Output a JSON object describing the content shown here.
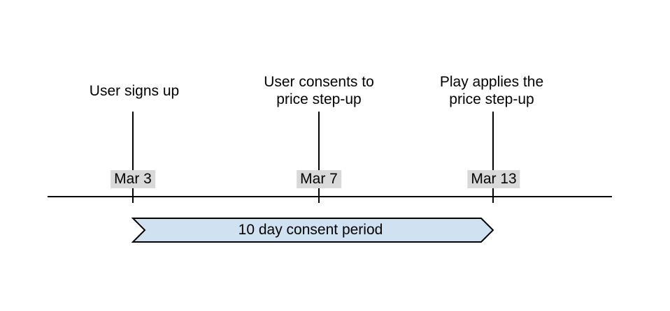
{
  "diagram": {
    "events": [
      {
        "label": "User signs up",
        "date": "Mar 3"
      },
      {
        "label": "User consents to\nprice step-up",
        "date": "Mar 7"
      },
      {
        "label": "Play applies the\nprice step-up",
        "date": "Mar 13"
      }
    ],
    "period": {
      "label": "10 day consent period"
    },
    "colors": {
      "banner_fill": "#d0e2f1",
      "date_bg": "#d9d9d9",
      "line_color": "#000000",
      "text_color": "#000000"
    }
  }
}
